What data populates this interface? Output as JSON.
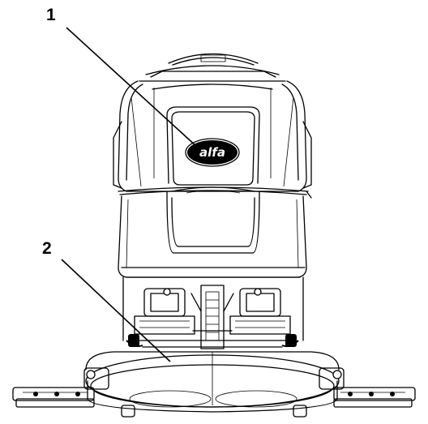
{
  "figure": {
    "callouts": [
      {
        "number": "1"
      },
      {
        "number": "2"
      }
    ],
    "logo": {
      "text": "alfa"
    }
  }
}
